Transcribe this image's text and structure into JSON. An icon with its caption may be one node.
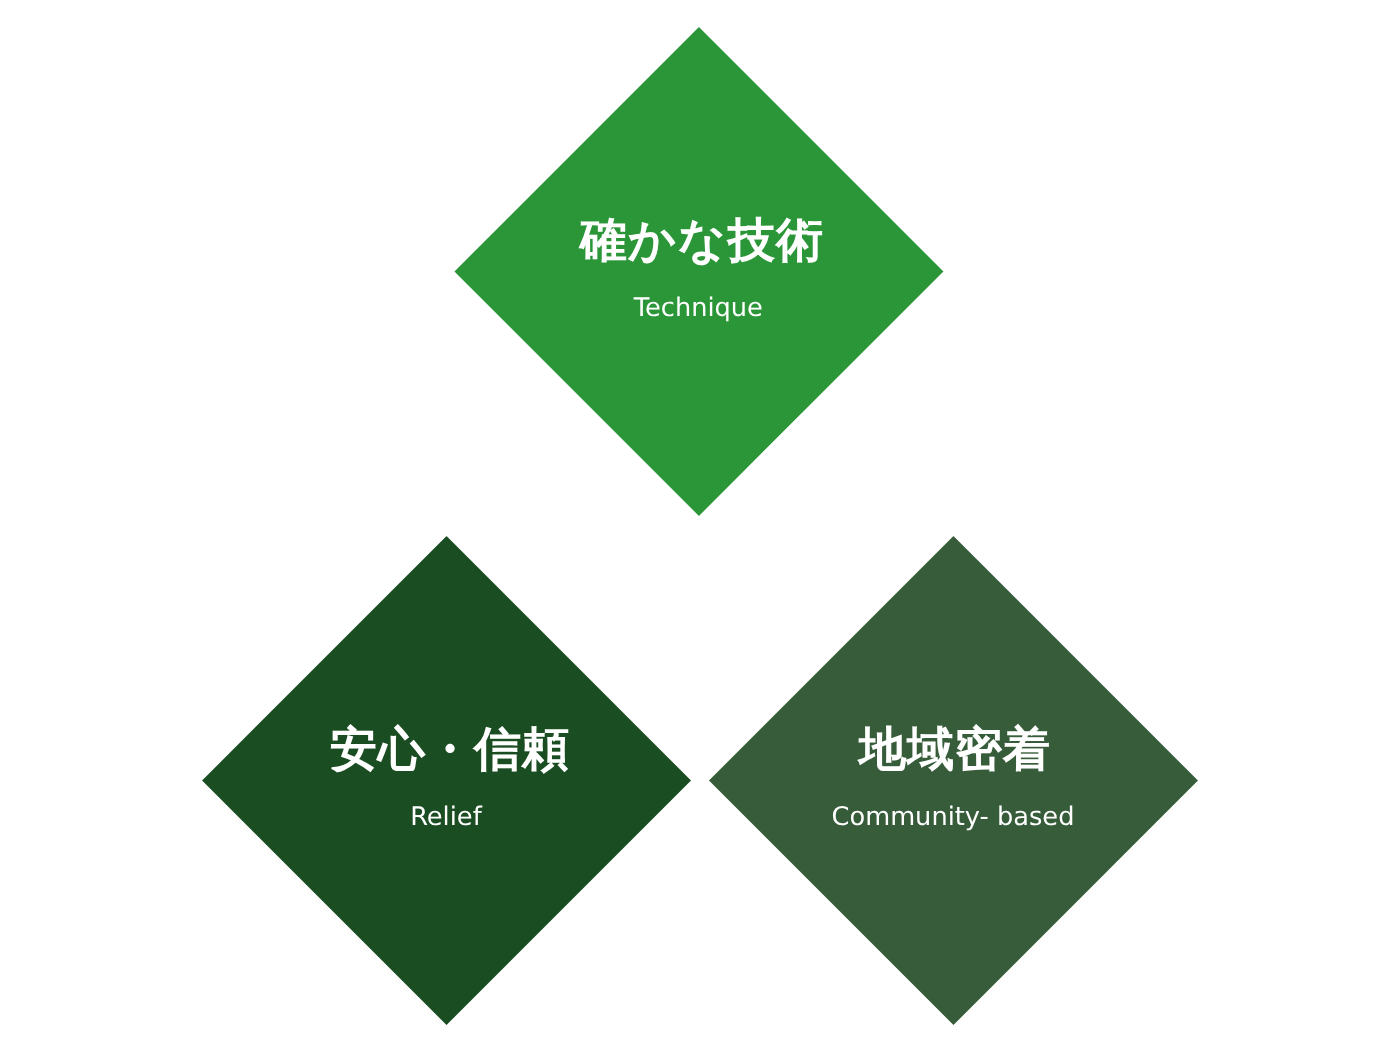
{
  "diagram": {
    "nodes": [
      {
        "text": [
          "確かな技術",
          "Technique"
        ]
      },
      {
        "text": [
          "安心・信頼",
          "Relief"
        ]
      },
      {
        "text": [
          "地域密着",
          "Community- based"
        ]
      }
    ]
  }
}
